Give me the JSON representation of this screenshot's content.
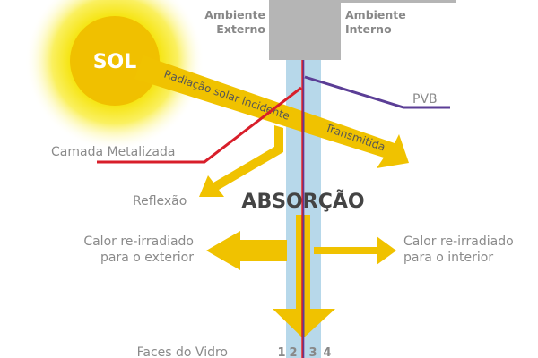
{
  "header": {
    "ext_line1": "Ambiente",
    "ext_line2": "Externo",
    "int_line1": "Ambiente",
    "int_line2": "Interno"
  },
  "sun": {
    "label": "SOL"
  },
  "labels": {
    "incident": "Radiação solar incidente",
    "transmitted": "Transmitida",
    "pvb": "PVB",
    "metal": "Camada Metalizada",
    "reflection": "Reflexão",
    "absorption": "ABSORÇÃO",
    "ext_heat_1": "Calor re-irradiado",
    "ext_heat_2": "para o exterior",
    "int_heat_1": "Calor re-irradiado",
    "int_heat_2": "para o interior",
    "faces": "Faces do Vidro"
  },
  "faces": [
    "1",
    "2",
    "3",
    "4"
  ],
  "colors": {
    "yellow": "#f0c200",
    "glass": "#b7d8ea",
    "red": "#d81e2a",
    "purple": "#5b3e96",
    "gray": "#b5b5b5"
  }
}
